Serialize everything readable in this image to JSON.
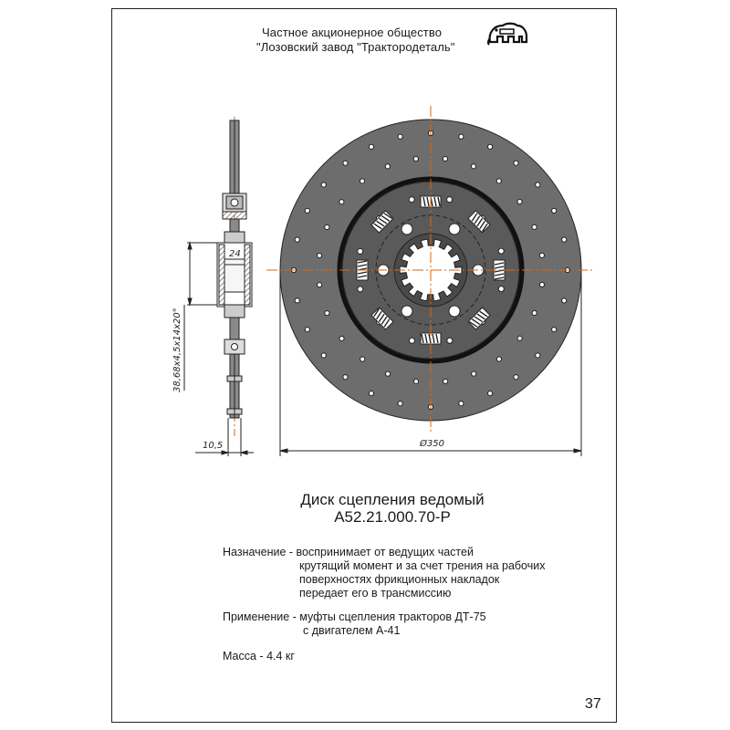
{
  "header": {
    "company_line1": "Частное акционерное общество",
    "company_line2": "\"Лозовский завод \"Трактородеталь\""
  },
  "drawing": {
    "dim_hub_width": "24",
    "dim_spline": "38,68х4,5х14х20°",
    "dim_thickness": "10,5",
    "dim_diameter": "Ø350"
  },
  "title": {
    "line1": "Диск сцепления ведомый",
    "line2": "А52.21.000.70-Р"
  },
  "purpose": {
    "label": "Назначение - воспринимает от ведущих частей",
    "line2": "крутящий момент и за счет трения на рабочих",
    "line3": "поверхностях фрикционных накладок",
    "line4": "передает его в трансмиссию"
  },
  "application": {
    "label": "Применение - муфты сцепления тракторов ДТ-75",
    "line2": "с двигателем А-41"
  },
  "mass": {
    "text": "Масса  - 4.4 кг"
  },
  "page_number": "37",
  "colors": {
    "disc_fill": "#6d6d6d",
    "hub_fill": "#4a4a4a",
    "centerline": "#d06a1a",
    "line": "#222222"
  }
}
